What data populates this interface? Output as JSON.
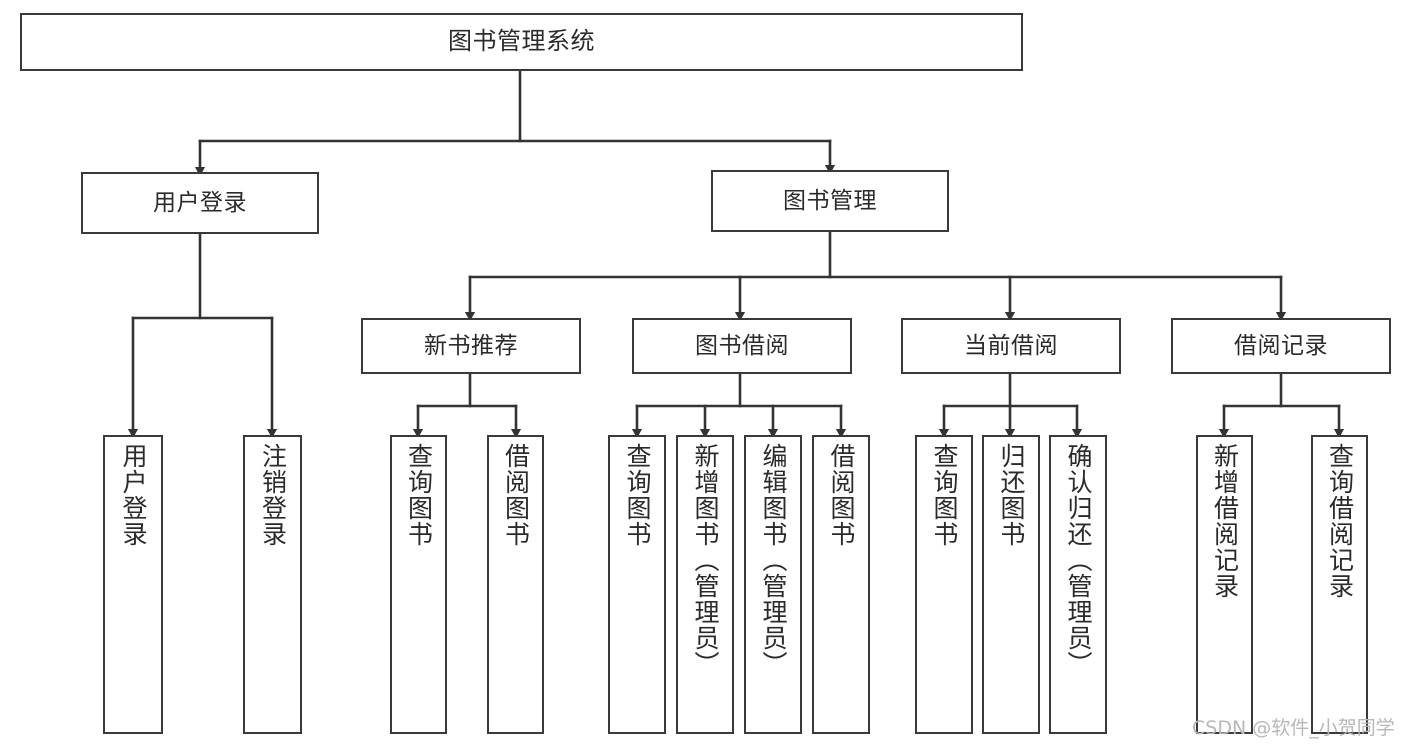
{
  "diagram": {
    "title": "图书管理系统",
    "type": "tree-hierarchy-functional-structure",
    "watermark": "CSDN @软件_小贺同学",
    "colors": {
      "box_border": "#3a3a3a",
      "box_fill": "#ffffff",
      "connector": "#333333",
      "text": "#2b2b2b",
      "watermark": "#b8b8b8",
      "background": "#ffffff"
    }
  },
  "nodes": {
    "root": {
      "label": "图书管理系统"
    },
    "level1": [
      {
        "id": "user-login",
        "label": "用户登录"
      },
      {
        "id": "book-manage",
        "label": "图书管理"
      }
    ],
    "level2": [
      {
        "id": "new-book-recommend",
        "label": "新书推荐"
      },
      {
        "id": "book-borrow",
        "label": "图书借阅"
      },
      {
        "id": "current-borrow",
        "label": "当前借阅"
      },
      {
        "id": "borrow-record",
        "label": "借阅记录"
      }
    ],
    "leaves": {
      "user-login": [
        {
          "id": "leaf-user-login",
          "label": "用户登录"
        },
        {
          "id": "leaf-logout-login",
          "label": "注销登录"
        }
      ],
      "new-book-recommend": [
        {
          "id": "leaf-query-book-1",
          "label": "查询图书"
        },
        {
          "id": "leaf-borrow-book-1",
          "label": "借阅图书"
        }
      ],
      "book-borrow": [
        {
          "id": "leaf-query-book-2",
          "label": "查询图书"
        },
        {
          "id": "leaf-add-book",
          "label": "新增图书（管理员）"
        },
        {
          "id": "leaf-edit-book",
          "label": "编辑图书（管理员）"
        },
        {
          "id": "leaf-borrow-book-2",
          "label": "借阅图书"
        }
      ],
      "current-borrow": [
        {
          "id": "leaf-query-book-3",
          "label": "查询图书"
        },
        {
          "id": "leaf-return-book",
          "label": "归还图书"
        },
        {
          "id": "leaf-confirm-return",
          "label": "确认归还（管理员）"
        }
      ],
      "borrow-record": [
        {
          "id": "leaf-add-borrow-record",
          "label": "新增借阅记录"
        },
        {
          "id": "leaf-query-borrow-record",
          "label": "查询借阅记录"
        }
      ]
    }
  }
}
